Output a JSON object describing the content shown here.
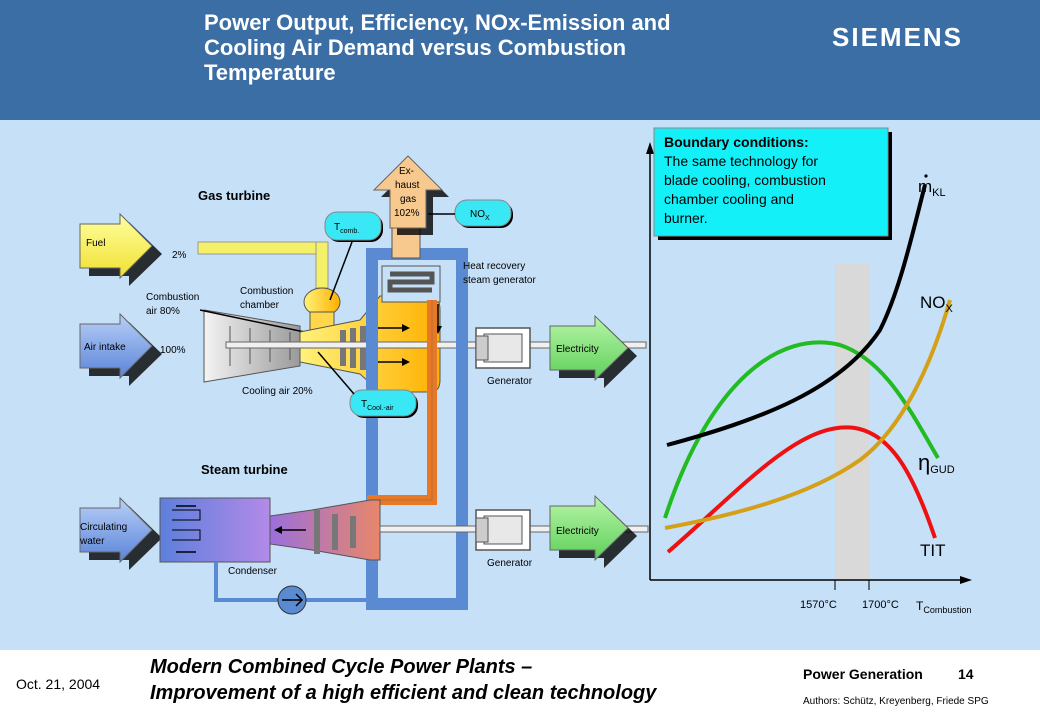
{
  "header": {
    "title_line1": "Power Output, Efficiency, NOx-Emission and",
    "title_line2": "Cooling Air Demand versus Combustion",
    "title_line3": "Temperature",
    "logo": "SIEMENS",
    "bg_color": "#3a6ea5"
  },
  "diagram": {
    "gas_turbine": "Gas turbine",
    "steam_turbine": "Steam turbine",
    "fuel": "Fuel",
    "fuel_pct": "2%",
    "air_intake": "Air intake",
    "air_pct": "100%",
    "combustion_air_1": "Combustion",
    "combustion_air_2": "air 80%",
    "combustion_chamber_1": "Combustion",
    "combustion_chamber_2": "chamber",
    "cooling_air": "Cooling air 20%",
    "t_comb": "T",
    "t_comb_sub": "comb.",
    "t_cool": "T",
    "t_cool_sub": "Cool.-air",
    "exhaust_1": "Ex-",
    "exhaust_2": "haust",
    "exhaust_3": "gas",
    "exhaust_4": "102%",
    "nox": "NO",
    "nox_sub": "X",
    "hrsg_1": "Heat recovery",
    "hrsg_2": "steam generator",
    "electricity_1": "Electricity",
    "electricity_2": "Electricity",
    "generator_1": "Generator",
    "generator_2": "Generator",
    "circulating_1": "Circulating",
    "circulating_2": "water",
    "condenser": "Condenser"
  },
  "chart": {
    "boundary_title": "Boundary conditions:",
    "boundary_body_1": "The same technology for",
    "boundary_body_2": "blade cooling, combustion",
    "boundary_body_3": "chamber cooling and",
    "boundary_body_4": "burner.",
    "m_label": "m",
    "m_sub": "KL",
    "nox_label": "NO",
    "nox_sub": "X",
    "eta_label": "η",
    "eta_sub": "GUD",
    "tit_label": "TIT",
    "tick_1": "1570°C",
    "tick_2": "1700°C",
    "x_label": "T",
    "x_sub": "Combustion",
    "colors": {
      "m_KL": "#000000",
      "NOx": "#d4a017",
      "eta_GUD": "#22bb22",
      "TIT": "#ee1111",
      "band": "#d9d9d9"
    }
  },
  "footer": {
    "date": "Oct. 21, 2004",
    "subtitle_line1": "Modern Combined Cycle Power Plants –",
    "subtitle_line2": "Improvement of a high efficient and clean technology",
    "section": "Power Generation",
    "page": "14",
    "authors": "Authors: Schütz, Kreyenberg, Friede SPG"
  }
}
